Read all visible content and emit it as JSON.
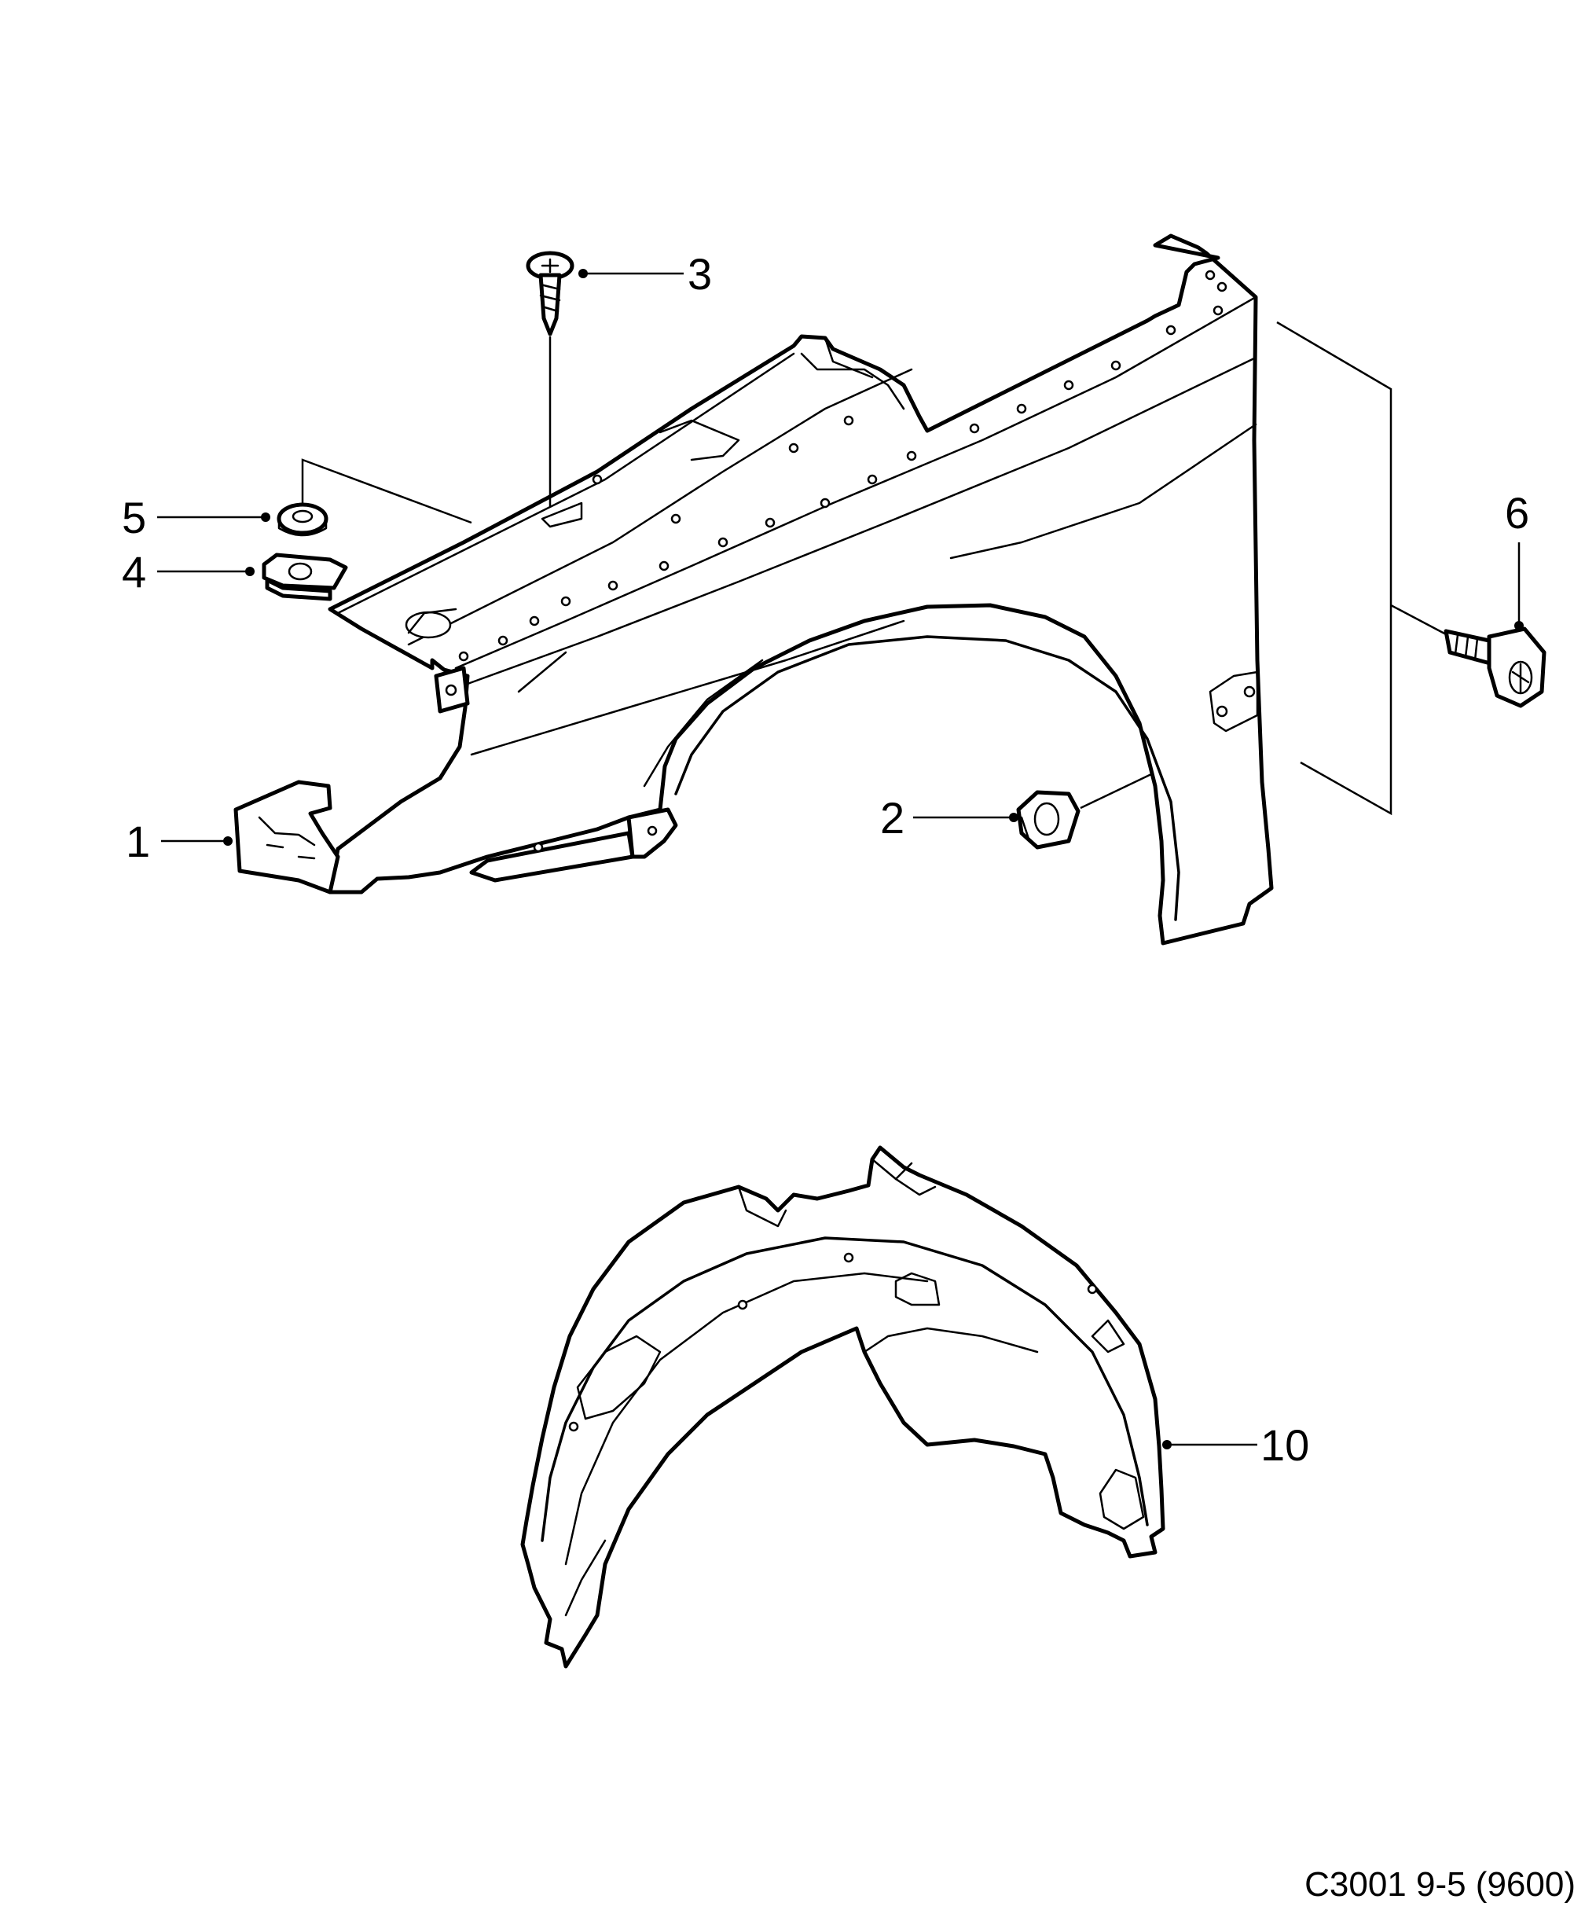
{
  "diagram": {
    "callouts": [
      {
        "id": "1",
        "label": "1"
      },
      {
        "id": "2",
        "label": "2"
      },
      {
        "id": "3",
        "label": "3"
      },
      {
        "id": "4",
        "label": "4"
      },
      {
        "id": "5",
        "label": "5"
      },
      {
        "id": "6",
        "label": "6"
      },
      {
        "id": "10",
        "label": "10"
      }
    ],
    "drawing_code": "C3001 9-5 (9600)"
  },
  "colors": {
    "line": "#000000",
    "background": "#ffffff"
  }
}
